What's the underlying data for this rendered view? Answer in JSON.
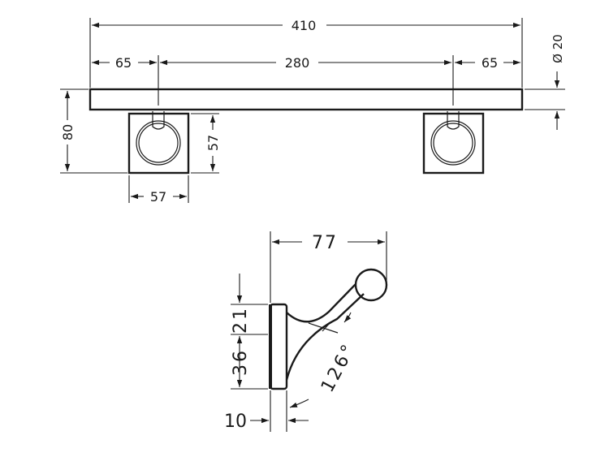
{
  "front_view": {
    "overall_length": "410",
    "end_offset_left": "65",
    "center_distance": "280",
    "end_offset_right": "65",
    "bar_diameter": "Ø 20",
    "total_height": "80",
    "mount_height": "57",
    "mount_width": "57"
  },
  "side_view": {
    "projection": "77",
    "upper_height": "21",
    "plate_height": "36",
    "plate_thickness": "10",
    "arm_angle": "126°"
  },
  "colors": {
    "line": "#1a1a1a",
    "background": "#ffffff"
  }
}
